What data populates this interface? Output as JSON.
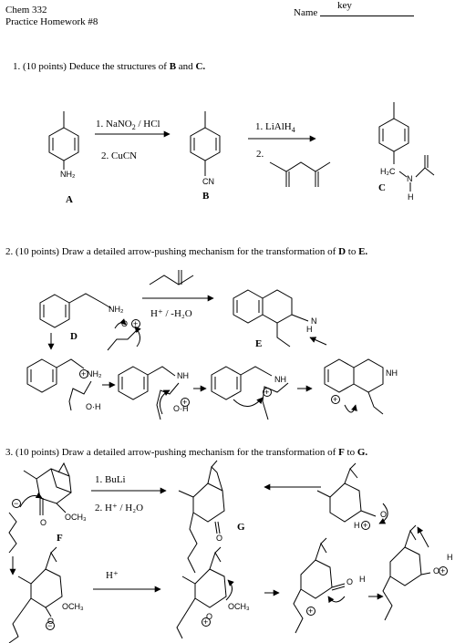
{
  "header": {
    "course": "Chem 332",
    "assignment": "Practice Homework #8",
    "name_label": "Name",
    "name_value": "key"
  },
  "q1": {
    "number": "1.",
    "points": "(10 points)",
    "prompt": "Deduce the structures of",
    "prompt_b": "B",
    "prompt_and": "and",
    "prompt_c": "C.",
    "step1a": "1. NaNO",
    "step1a_sub": "2",
    "step1a_tail": " / HCl",
    "step1b": "2. CuCN",
    "step2a": "1. LiAlH",
    "step2a_sub": "4",
    "step2b": "2.",
    "label_a": "A",
    "label_b": "B",
    "label_c": "C",
    "atom_nh2": "NH₂",
    "atom_cn": "CN",
    "atom_h2c": "H₂C",
    "atom_n": "N",
    "atom_h": "H"
  },
  "q2": {
    "number": "2.",
    "points": "(10 points)",
    "prompt": "Draw a detailed arrow-pushing mechanism for the transformation of",
    "prompt_d": "D",
    "prompt_to": "to",
    "prompt_e": "E.",
    "reagent": "H⁺ / -H₂O",
    "label_d": "D",
    "label_e": "E",
    "atom_nh2": "NH₂",
    "atom_nh": "NH",
    "atom_n": "N",
    "atom_h": "H",
    "atom_o": "O",
    "atom_oh": "O·H"
  },
  "q3": {
    "number": "3.",
    "points": "(10 points)",
    "prompt": "Draw a detailed arrow-pushing mechanism for the transformation of",
    "prompt_f": "F",
    "prompt_to": "to",
    "prompt_g": "G.",
    "step1": "1. BuLi",
    "step2": "2. H⁺ / H₂O",
    "acid": "H⁺",
    "label_f": "F",
    "label_g": "G",
    "atom_och3": "OCH₃",
    "atom_o": "O",
    "atom_h": "H"
  }
}
